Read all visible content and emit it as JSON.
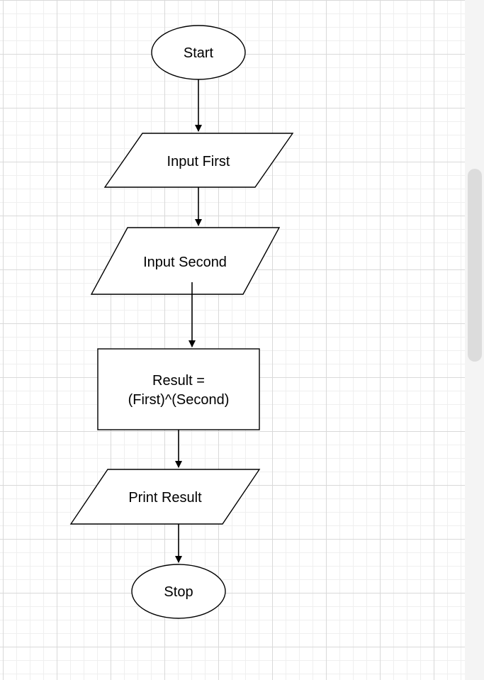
{
  "diagram": {
    "nodes": {
      "start": {
        "shape": "ellipse",
        "text": "Start"
      },
      "input_first": {
        "shape": "parallelogram",
        "text": "Input First"
      },
      "input_second": {
        "shape": "parallelogram",
        "text": "Input Second"
      },
      "process": {
        "shape": "rectangle",
        "line1": "Result =",
        "line2": "(First)^(Second)"
      },
      "print_result": {
        "shape": "parallelogram",
        "text": "Print Result"
      },
      "stop": {
        "shape": "ellipse",
        "text": "Stop"
      }
    },
    "edges": [
      {
        "from": "start",
        "to": "input_first"
      },
      {
        "from": "input_first",
        "to": "input_second"
      },
      {
        "from": "input_second",
        "to": "process"
      },
      {
        "from": "process",
        "to": "print_result"
      },
      {
        "from": "print_result",
        "to": "stop"
      }
    ],
    "colors": {
      "stroke": "#000000",
      "fill": "#ffffff",
      "grid": "#d9d9d9"
    }
  }
}
